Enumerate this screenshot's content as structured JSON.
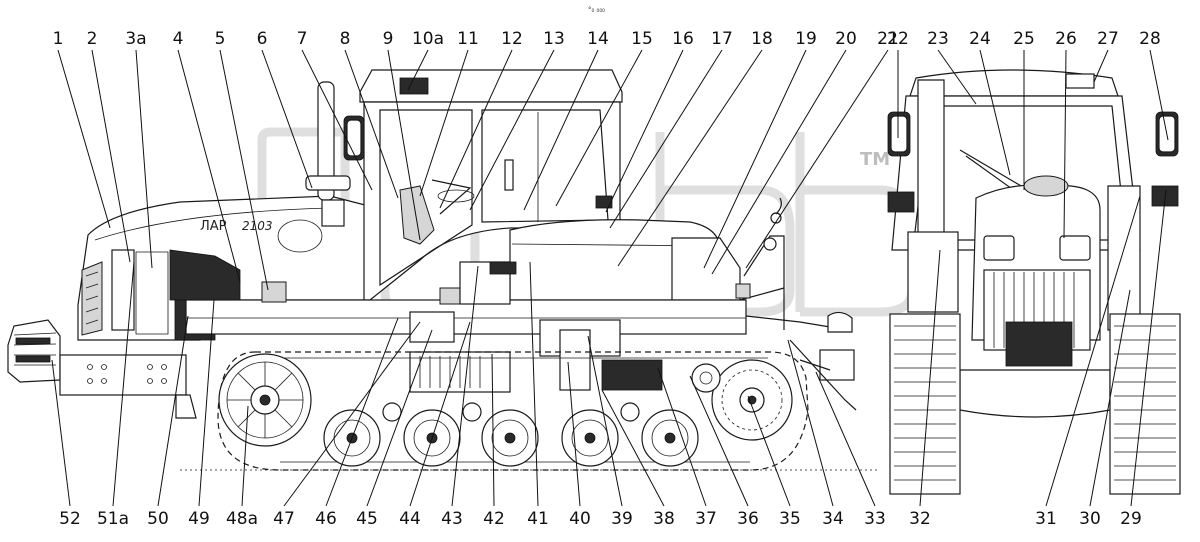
{
  "header_mark": "°₀ ₀₀₀",
  "watermark": {
    "brand": "TM"
  },
  "hood_text": {
    "brand": "ЛАР",
    "model": "2103"
  },
  "callouts_top_side": [
    "1",
    "2",
    "3a",
    "4",
    "5",
    "6",
    "7",
    "8",
    "9",
    "10a",
    "11",
    "12",
    "13",
    "14",
    "15",
    "16",
    "17",
    "18",
    "19",
    "20",
    "21"
  ],
  "callouts_top_front": [
    "22",
    "23",
    "24",
    "25",
    "26",
    "27",
    "28"
  ],
  "callouts_bottom": [
    "52",
    "51a",
    "50",
    "49",
    "48a",
    "47",
    "46",
    "45",
    "44",
    "43",
    "42",
    "41",
    "40",
    "39",
    "38",
    "37",
    "36",
    "35",
    "34",
    "33",
    "32",
    "31",
    "30",
    "29"
  ]
}
